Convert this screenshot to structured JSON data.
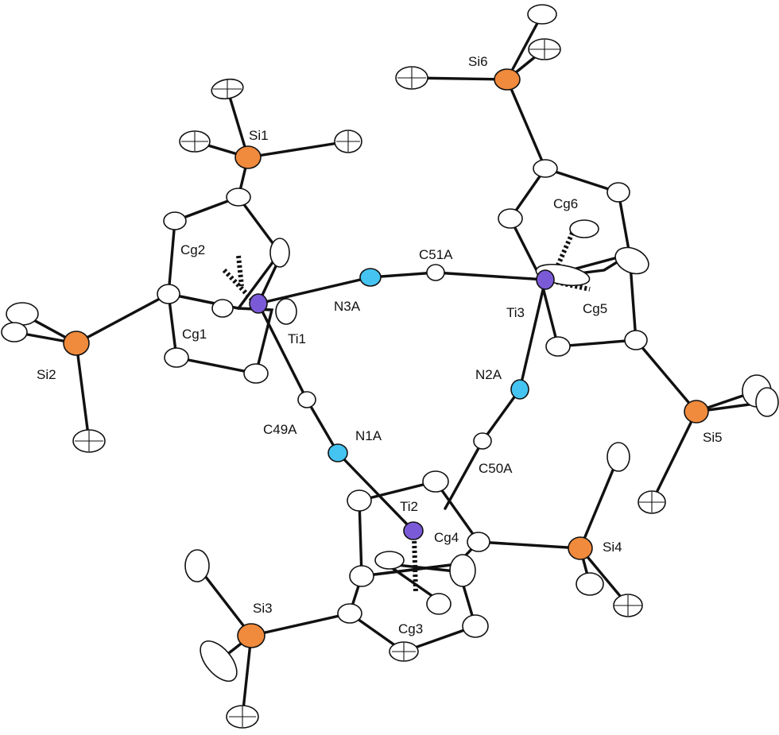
{
  "colors": {
    "titanium": "#7b5ad8",
    "nitrogen": "#45c4f2",
    "silicon": "#f08a3c",
    "carbon": "#ffffff",
    "bond": "#111111"
  },
  "labels": {
    "si1": "Si1",
    "si2": "Si2",
    "si3": "Si3",
    "si4": "Si4",
    "si5": "Si5",
    "si6": "Si6",
    "ti1": "Ti1",
    "ti2": "Ti2",
    "ti3": "Ti3",
    "n1a": "N1A",
    "n2a": "N2A",
    "n3a": "N3A",
    "c49a": "C49A",
    "c50a": "C50A",
    "c51a": "C51A",
    "cg1": "Cg1",
    "cg2": "Cg2",
    "cg3": "Cg3",
    "cg4": "Cg4",
    "cg5": "Cg5",
    "cg6": "Cg6"
  }
}
